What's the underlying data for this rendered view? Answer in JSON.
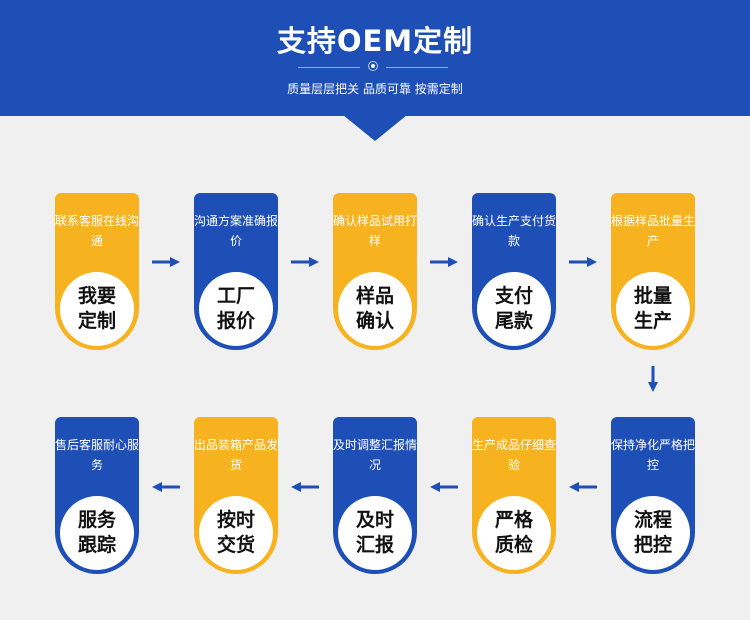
{
  "header": {
    "title": "支持OEM定制",
    "subtitle": "质量层层把关 品质可靠 按需定制"
  },
  "colors": {
    "blue": "#1e4fb6",
    "yellow": "#f7b31f",
    "background": "#f0f0f0"
  },
  "steps": [
    {
      "desc": "联系客服在线沟通",
      "main": "我要定制",
      "color": "yellow"
    },
    {
      "desc": "沟通方案准确报价",
      "main": "工厂报价",
      "color": "blue"
    },
    {
      "desc": "确认样品试用打样",
      "main": "样品确认",
      "color": "yellow"
    },
    {
      "desc": "确认生产支付货款",
      "main": "支付尾款",
      "color": "blue"
    },
    {
      "desc": "根据样品批量生产",
      "main": "批量生产",
      "color": "yellow"
    },
    {
      "desc": "保持净化严格把控",
      "main": "流程把控",
      "color": "blue"
    },
    {
      "desc": "生产成品仔细查验",
      "main": "严格质检",
      "color": "yellow"
    },
    {
      "desc": "及时调整汇报情况",
      "main": "及时汇报",
      "color": "blue"
    },
    {
      "desc": "出品装箱产品发货",
      "main": "按时交货",
      "color": "yellow"
    },
    {
      "desc": "售后客服耐心服务",
      "main": "服务跟踪",
      "color": "blue"
    }
  ]
}
